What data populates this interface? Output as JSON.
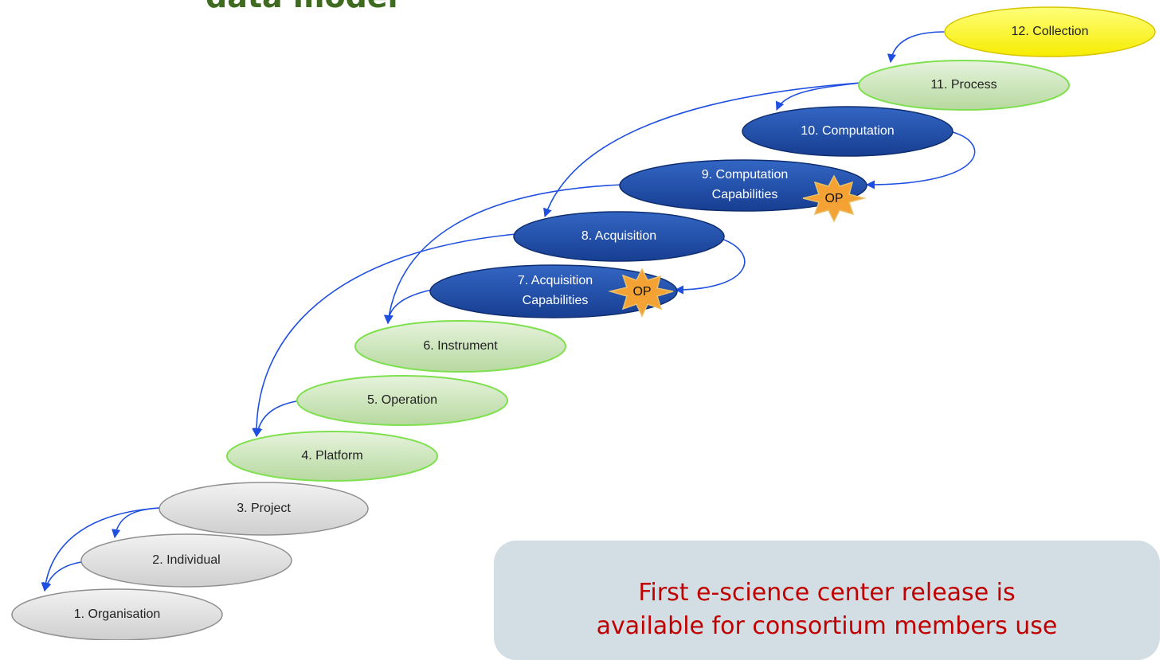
{
  "title": "data model",
  "nodes": [
    {
      "id": "n1",
      "label": "1. Organisation",
      "style": "grey"
    },
    {
      "id": "n2",
      "label": "2. Individual",
      "style": "grey"
    },
    {
      "id": "n3",
      "label": "3. Project",
      "style": "grey"
    },
    {
      "id": "n4",
      "label": "4. Platform",
      "style": "green"
    },
    {
      "id": "n5",
      "label": "5. Operation",
      "style": "green"
    },
    {
      "id": "n6",
      "label": "6. Instrument",
      "style": "green"
    },
    {
      "id": "n7",
      "label_line1": "7. Acquisition",
      "label_line2": "Capabilities",
      "style": "blue",
      "badge": "OP"
    },
    {
      "id": "n8",
      "label": "8. Acquisition",
      "style": "blue"
    },
    {
      "id": "n9",
      "label_line1": "9. Computation",
      "label_line2": "Capabilities",
      "style": "blue",
      "badge": "OP"
    },
    {
      "id": "n10",
      "label": "10. Computation",
      "style": "blue"
    },
    {
      "id": "n11",
      "label": "11. Process",
      "style": "green"
    },
    {
      "id": "n12",
      "label": "12. Collection",
      "style": "yellow"
    }
  ],
  "edges": [
    {
      "from": "12. Collection",
      "to": "11. Process"
    },
    {
      "from": "11. Process",
      "to": "10. Computation"
    },
    {
      "from": "11. Process",
      "to": "8. Acquisition"
    },
    {
      "from": "10. Computation",
      "to": "9. Computation Capabilities"
    },
    {
      "from": "9. Computation Capabilities",
      "to": "6. Instrument"
    },
    {
      "from": "8. Acquisition",
      "to": "7. Acquisition Capabilities"
    },
    {
      "from": "8. Acquisition",
      "to": "4. Platform"
    },
    {
      "from": "7. Acquisition Capabilities",
      "to": "6. Instrument"
    },
    {
      "from": "5. Operation",
      "to": "4. Platform"
    },
    {
      "from": "3. Project",
      "to": "2. Individual"
    },
    {
      "from": "3. Project",
      "to": "1. Organisation"
    },
    {
      "from": "2. Individual",
      "to": "1. Organisation"
    }
  ],
  "colors": {
    "grey_fill": "#e2e2e2",
    "grey_stroke": "#8f8f8f",
    "green_fill": "#d2e8c2",
    "green_stroke": "#7ee04e",
    "blue_fill": "#1f4fa8",
    "blue_stroke": "#0f2e70",
    "yellow_fill": "#ffff1a",
    "yellow_stroke": "#d8c400",
    "edge": "#1f4fe0",
    "badge_fill": "#f5a234",
    "note_text": "#c00000",
    "title": "#3f6b21"
  },
  "note": {
    "line1": "First e-science center release is",
    "line2": "available for consortium members use"
  }
}
